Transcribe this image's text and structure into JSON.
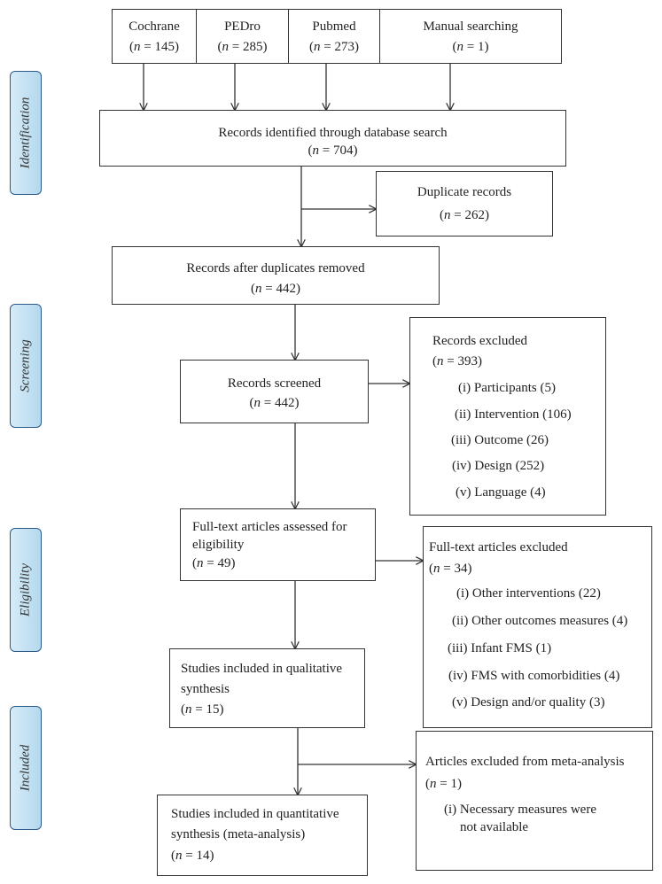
{
  "stages": [
    "Identification",
    "Screening",
    "Eligibility",
    "Included"
  ],
  "sources": [
    {
      "name": "Cochrane",
      "n": "145"
    },
    {
      "name": "PEDro",
      "n": "285"
    },
    {
      "name": "Pubmed",
      "n": "273"
    },
    {
      "name": "Manual searching",
      "n": "1"
    }
  ],
  "identified": {
    "label": "Records identified through database search",
    "n": "704"
  },
  "duplicates": {
    "label": "Duplicate records",
    "n": "262"
  },
  "after_duplicates": {
    "label": "Records after duplicates removed",
    "n": "442"
  },
  "screened": {
    "label": "Records screened",
    "n": "442"
  },
  "records_excluded": {
    "label": "Records excluded",
    "n": "393",
    "items": [
      "(i) Participants (5)",
      "(ii) Intervention (106)",
      "(iii) Outcome (26)",
      "(iv) Design (252)",
      "(v) Language (4)"
    ]
  },
  "fulltext": {
    "label1": "Full-text articles assessed for",
    "label2": "eligibility",
    "n": "49"
  },
  "fulltext_excluded": {
    "label": "Full-text articles excluded",
    "n": "34",
    "items": [
      "(i) Other interventions (22)",
      "(ii) Other outcomes measures (4)",
      "(iii) Infant FMS (1)",
      "(iv) FMS with comorbidities (4)",
      "(v) Design and/or quality (3)"
    ]
  },
  "qualitative": {
    "label1": "Studies included in qualitative",
    "label2": "synthesis",
    "n": "15"
  },
  "meta_excluded": {
    "label": "Articles excluded from meta-analysis",
    "n": "1",
    "item1": "(i) Necessary measures were",
    "item2": "not available"
  },
  "quantitative": {
    "label1": "Studies included in quantitative",
    "label2": "synthesis (meta-analysis)",
    "n": "14"
  },
  "n_symbol": "n"
}
